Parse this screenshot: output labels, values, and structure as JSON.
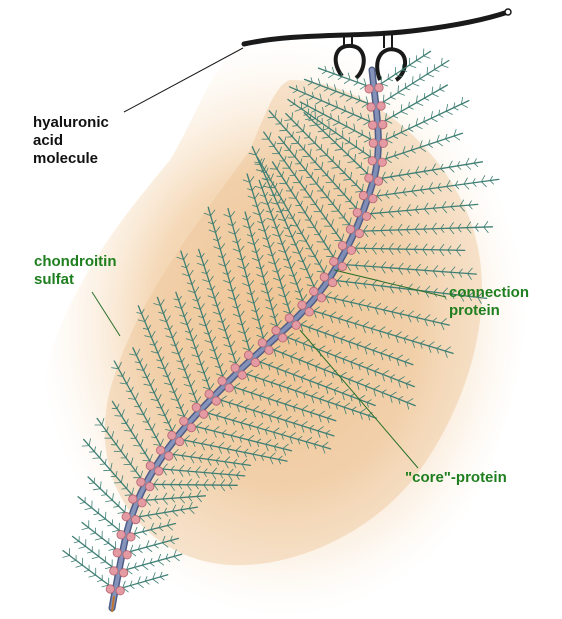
{
  "labels": {
    "hyaluronic_acid": {
      "line1": "hyaluronic",
      "line2": "acid",
      "line3": "molecule"
    },
    "chondroitin_sulfat": {
      "line1": "chondroitin",
      "line2": "sulfat"
    },
    "connection_protein": {
      "line1": "connection",
      "line2": "protein"
    },
    "core_protein": {
      "line1": "\"core\"-protein"
    }
  },
  "colors": {
    "background_glow": "#f1cfa3",
    "hyaluronic_acid": "#1a1a1a",
    "core_protein": "#7f8fb6",
    "connection_protein": "#e39aa3",
    "chondroitin_chains": "#3f7f74",
    "label_dark": "#111111",
    "label_green": "#1f7f1f",
    "leader_line": "#2a6f2a"
  },
  "icons": {
    "connection_nodes": "bead-cluster-icon"
  }
}
